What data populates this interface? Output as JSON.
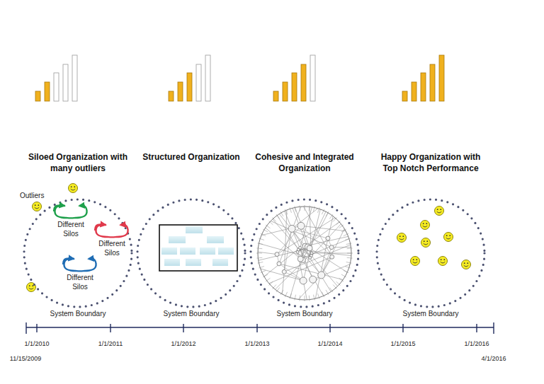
{
  "diagram": {
    "nodes": [
      {
        "text": [
          "Siloed Organization with many outliers",
          "System Boundary"
        ]
      },
      {
        "text": [
          "Different Silos"
        ],
        "in": 0
      },
      {
        "text": [
          "Different Silos"
        ],
        "in": 0
      },
      {
        "text": [
          "Different Silos"
        ],
        "in": 0
      },
      {
        "text": [
          "Structured Organization",
          "System Boundary"
        ]
      },
      {
        "text": [
          "Cohesive and Integrated Organization",
          "System Boundary"
        ]
      },
      {
        "text": [
          "Happy Organization with Top Notch Performance",
          "System Boundary"
        ]
      }
    ],
    "labels": [
      "Outliers",
      "1/1/2010",
      "1/1/2011",
      "1/1/2012",
      "1/1/2013",
      "1/1/2014",
      "1/1/2015",
      "1/1/2016",
      "11/15/2009",
      "4/1/2016"
    ]
  }
}
